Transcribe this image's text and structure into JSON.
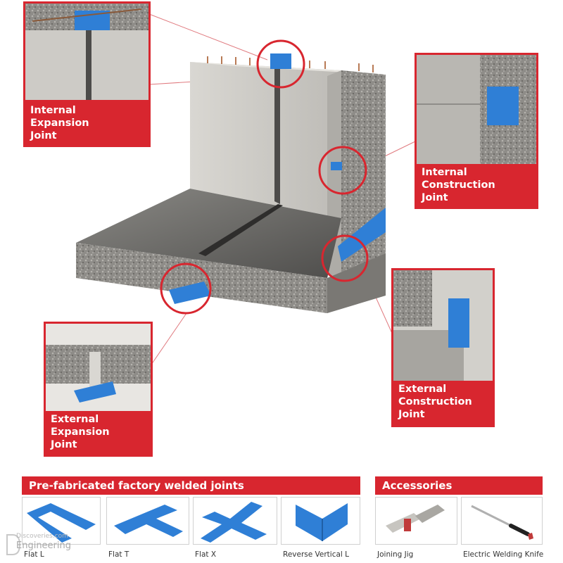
{
  "callouts": {
    "internal_expansion": "Internal\nExpansion\nJoint",
    "internal_construction": "Internal\nConstruction\nJoint",
    "external_expansion": "External\nExpansion\nJoint",
    "external_construction": "External\nConstruction\nJoint"
  },
  "sections": {
    "prefab": "Pre-fabricated factory welded joints",
    "accessories": "Accessories"
  },
  "products": {
    "flat_l": "Flat L",
    "flat_t": "Flat T",
    "flat_x": "Flat X",
    "reverse_vertical_l": "Reverse Vertical L",
    "joining_jig": "Joining Jig",
    "electric_welding_knife": "Electric Welding Knife"
  },
  "watermark": {
    "line1": "Discoveries.com",
    "line2": "Engineering"
  },
  "colors": {
    "accent": "#d8262f",
    "waterstop": "#2f7fd6",
    "concrete": "#cfcdc7",
    "slab": "#6d6c69"
  }
}
